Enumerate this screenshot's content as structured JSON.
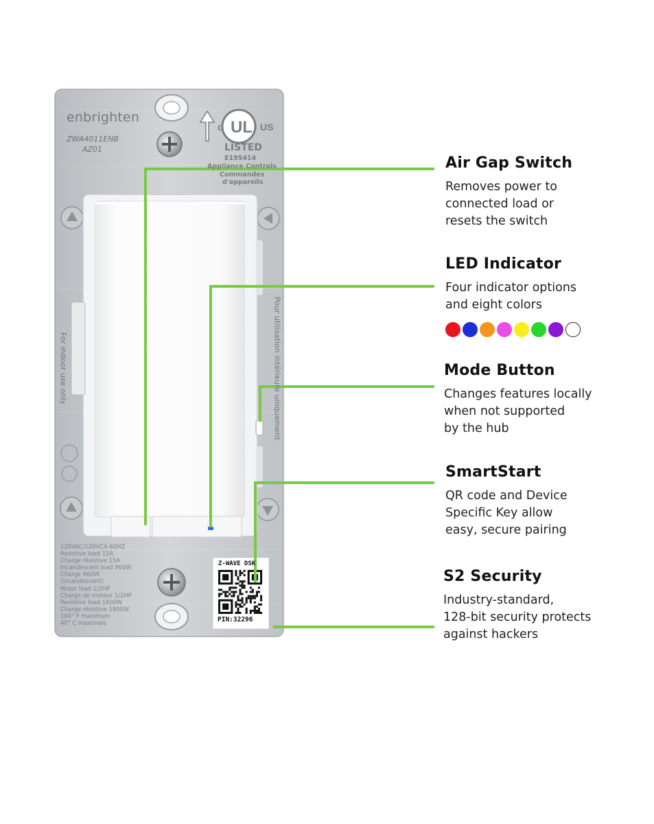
{
  "device": {
    "brand": "enbrighten",
    "model": "ZWA4011ENB",
    "revision": "AZ01",
    "listing_mark": "LISTED",
    "listing_number": "E195414",
    "listing_category_en": "Appliance Controls",
    "listing_category_fr_1": "Commandes",
    "listing_category_fr_2": "d'appareils",
    "indoor_note": "For indoor use only",
    "indoor_note_fr": "Pour utilisation intérieure uniquement",
    "qr_header": "Z-WAVE DSK",
    "pin": "PIN:32296",
    "ratings": [
      "120VAC/120VCA 60HZ",
      "Resistive load 15A",
      "Charge résistive 15A",
      "Incandescent load 960W",
      "Charge 960W",
      "(incandescent)",
      "Motor load 1/2HP",
      "Charge de moteur 1/2HP",
      "Resistive load 1800W",
      "Charge résistive 1800W",
      "104° F maximum",
      "40° C maximale"
    ]
  },
  "callouts": {
    "air_gap": {
      "title": "Air Gap Switch",
      "text": "Removes power to connected load or resets the switch",
      "lines": [
        "Removes power to",
        "connected load or",
        "resets the switch"
      ]
    },
    "led": {
      "title": "LED Indicator",
      "lines": [
        "Four indicator options",
        "and eight colors"
      ]
    },
    "mode": {
      "title": "Mode Button",
      "lines": [
        "Changes features locally",
        "when not supported",
        "by the hub"
      ]
    },
    "smartstart": {
      "title": "SmartStart",
      "lines": [
        "QR code and Device",
        "Specific Key allow",
        "easy, secure pairing"
      ]
    },
    "s2": {
      "title": "S2 Security",
      "lines": [
        "Industry-standard,",
        "128-bit security protects",
        "against hackers"
      ]
    }
  },
  "led_colors": [
    "#e8131b",
    "#1a2fd6",
    "#f7941d",
    "#e84de6",
    "#f7ee1b",
    "#2bd62b",
    "#8a16d6",
    "#ffffff"
  ],
  "colors": {
    "leader_line": "#7ac943",
    "plate": "#c9cbce",
    "paddle": "#fbfbfb",
    "led_dot": "#2d6be0"
  }
}
